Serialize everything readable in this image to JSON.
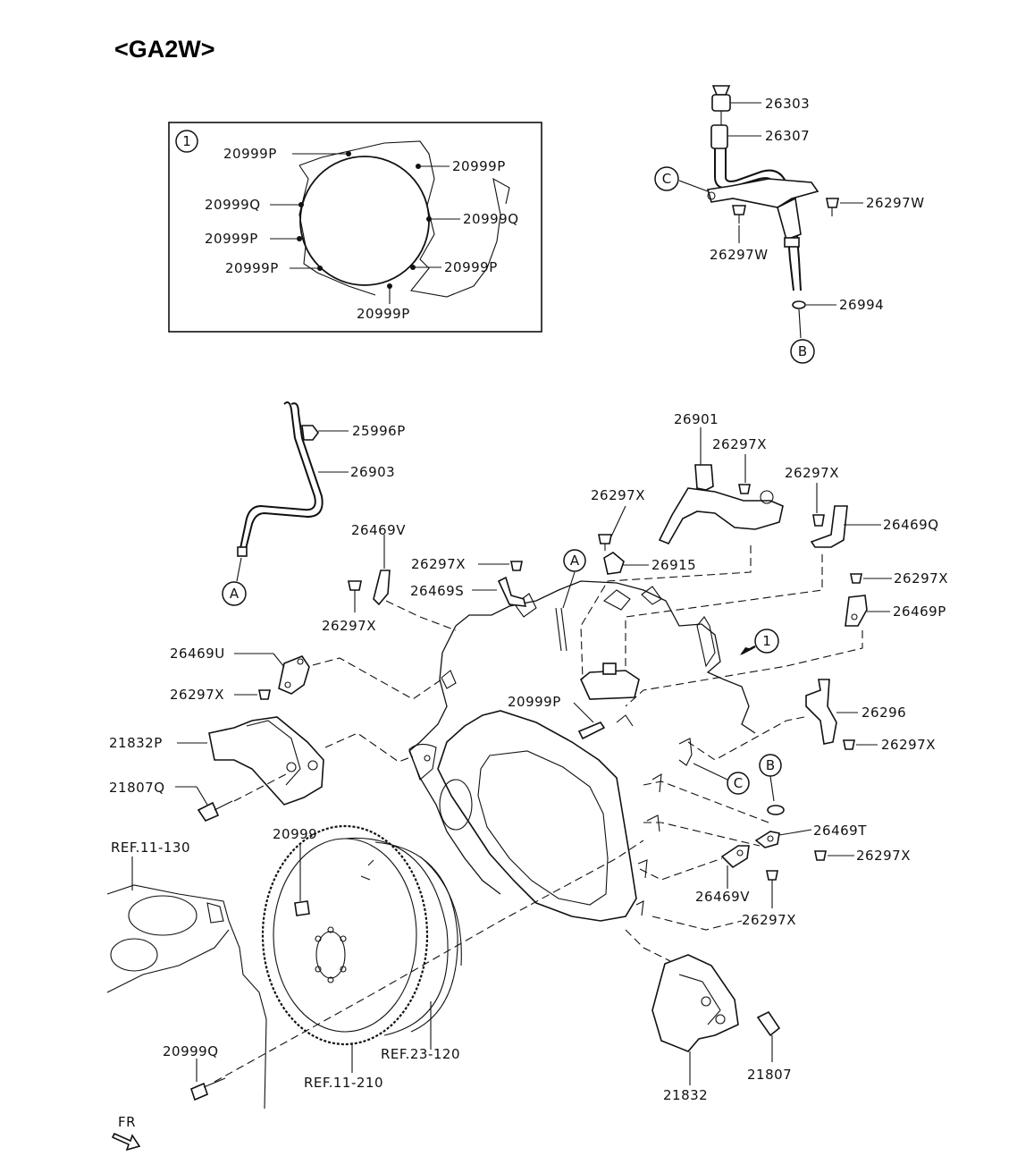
{
  "title": "<GA2W>",
  "inset": {
    "marker": "1",
    "labels": {
      "top_left": "20999P",
      "top_right": "20999P",
      "left_q": "20999Q",
      "right_q": "20999Q",
      "left_p": "20999P",
      "bottom_left": "20999P",
      "bottom_right": "20999P",
      "bottom": "20999P"
    }
  },
  "dipstick": {
    "labels": {
      "cap": "26303",
      "tube_top": "26307",
      "bolt_right": "26297W",
      "bolt_left": "26297W",
      "oring": "26994"
    },
    "markers": {
      "c": "C",
      "b": "B"
    }
  },
  "main": {
    "markers": {
      "a_hose": "A",
      "a_trans": "A",
      "ref1": "1",
      "c_lower": "C",
      "b_lower": "B"
    },
    "labels": {
      "l_25996P": "25996P",
      "l_26903": "26903",
      "l_26901": "26901",
      "l_26297X_a": "26297X",
      "l_26297X_b": "26297X",
      "l_26297X_c": "26297X",
      "l_26469Q": "26469Q",
      "l_26469V_top": "26469V",
      "l_26297X_d": "26297X",
      "l_26915": "26915",
      "l_26469S": "26469S",
      "l_26297X_e": "26297X",
      "l_26297X_f": "26297X",
      "l_26469P": "26469P",
      "l_26469U": "26469U",
      "l_26297X_g": "26297X",
      "l_20999P": "20999P",
      "l_26296": "26296",
      "l_26297X_h": "26297X",
      "l_21832P": "21832P",
      "l_21807Q": "21807Q",
      "l_20999": "20999",
      "l_ref11130": "REF.11-130",
      "l_26469T": "26469T",
      "l_26297X_i": "26297X",
      "l_26469V_bot": "26469V",
      "l_26297X_j": "26297X",
      "l_20999Q": "20999Q",
      "l_ref23120": "REF.23-120",
      "l_ref11210": "REF.11-210",
      "l_21832": "21832",
      "l_21807": "21807",
      "l_fr": "FR"
    }
  }
}
